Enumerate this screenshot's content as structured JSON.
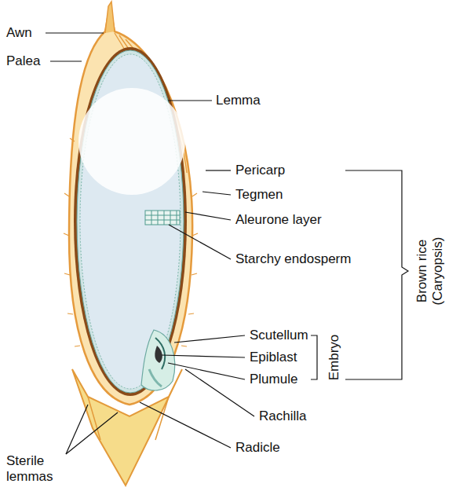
{
  "diagram": {
    "labels": [
      "Awn",
      "Palea",
      "Lemma",
      "Pericarp",
      "Tegmen",
      "Aleurone layer",
      "Starchy endosperm",
      "Scutellum",
      "Epiblast",
      "Plumule",
      "Embryo",
      "Brown rice (Caryopsis)",
      "Rachilla",
      "Radicle",
      "Sterile lemmas"
    ]
  }
}
